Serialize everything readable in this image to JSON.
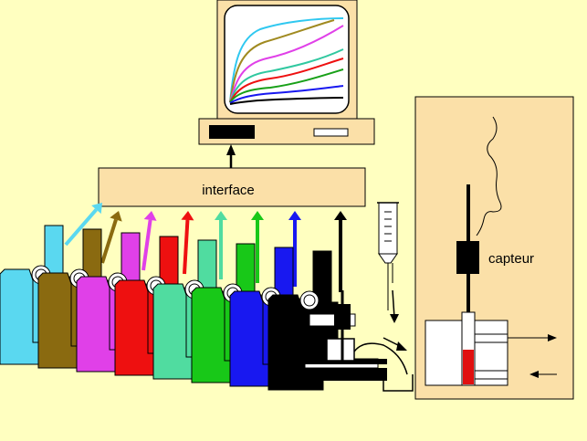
{
  "labels": {
    "interface": "interface",
    "sensor": "capteur"
  },
  "colors": {
    "background": "#ffffc0",
    "panel": "#fbe0a8",
    "outline": "#000000",
    "screen": "#ffffff"
  },
  "instruments": [
    {
      "name": "cyan",
      "color": "#5ad8f0"
    },
    {
      "name": "olive",
      "color": "#8a6a10"
    },
    {
      "name": "magenta",
      "color": "#e040e8"
    },
    {
      "name": "red",
      "color": "#ee1010"
    },
    {
      "name": "sea-green",
      "color": "#50dca0"
    },
    {
      "name": "green",
      "color": "#18c818"
    },
    {
      "name": "blue",
      "color": "#1818f0"
    },
    {
      "name": "black",
      "color": "#000000"
    }
  ],
  "monitor_curves": [
    {
      "name": "cyan",
      "color": "#30c8f0"
    },
    {
      "name": "olive",
      "color": "#a08a20"
    },
    {
      "name": "magenta",
      "color": "#e040e8"
    },
    {
      "name": "sea-green",
      "color": "#30c8a0"
    },
    {
      "name": "red",
      "color": "#ee1010"
    },
    {
      "name": "green",
      "color": "#18a018"
    },
    {
      "name": "blue",
      "color": "#1818f0"
    },
    {
      "name": "black",
      "color": "#000000"
    }
  ]
}
